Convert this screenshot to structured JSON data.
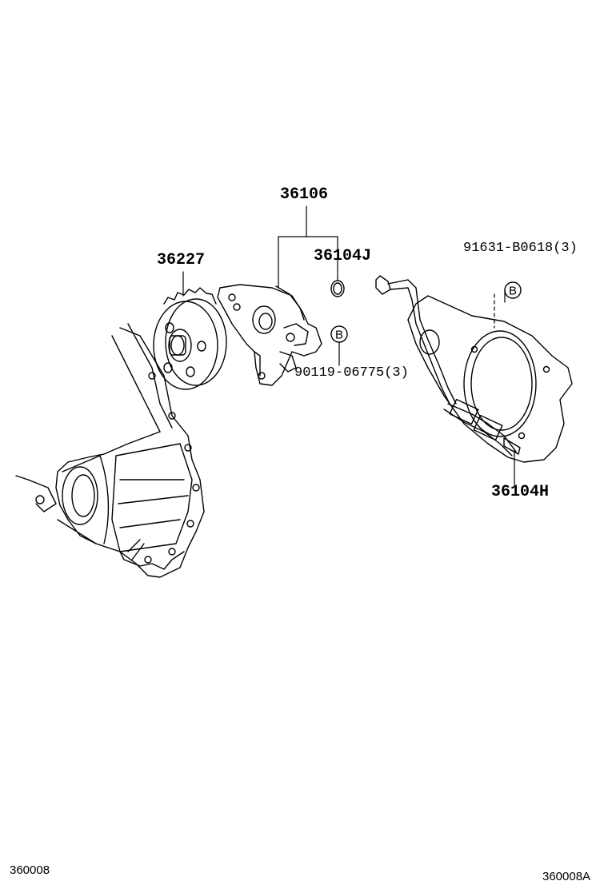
{
  "parts": {
    "oil_pump_assy": "36106",
    "driven_gear": "36227",
    "o_ring": "36104J",
    "bolt_b_lower": "90119-06775(3)",
    "bolt_b_upper": "91631-B0618(3)",
    "cover_plate": "36104H"
  },
  "markers": {
    "bolt_marker_lower": "B",
    "bolt_marker_upper": "B"
  },
  "footer": {
    "left_code": "360008",
    "right_code": "360008A"
  }
}
